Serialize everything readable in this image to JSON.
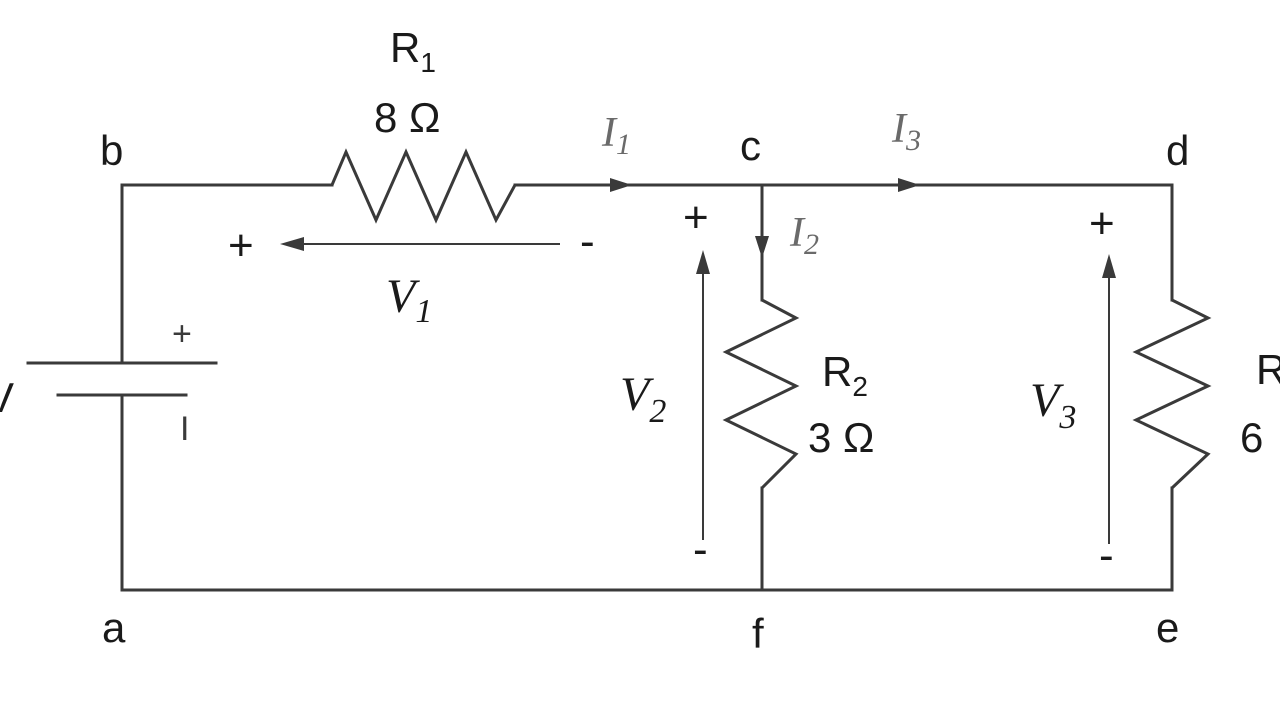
{
  "nodes": {
    "a": "a",
    "b": "b",
    "c": "c",
    "d": "d",
    "e": "e",
    "f": "f"
  },
  "resistors": {
    "r1": {
      "name": "R",
      "sub": "1",
      "value": "8 Ω"
    },
    "r2": {
      "name": "R",
      "sub": "2",
      "value": "3 Ω"
    },
    "r3": {
      "name": "R",
      "value": "6"
    }
  },
  "source": {
    "label": "V",
    "plus": "+",
    "minus": "I"
  },
  "currents": {
    "i1": {
      "main": "I",
      "sub": "1"
    },
    "i2": {
      "main": "I",
      "sub": "2"
    },
    "i3": {
      "main": "I",
      "sub": "3"
    }
  },
  "voltages": {
    "v1": {
      "main": "V",
      "sub": "1",
      "plus": "+",
      "minus": "-"
    },
    "v2": {
      "main": "V",
      "sub": "2",
      "plus": "+",
      "minus": "-"
    },
    "v3": {
      "main": "V",
      "sub": "3",
      "plus": "+",
      "minus": "-"
    }
  },
  "colors": {
    "wire": "#3a3a3a",
    "text": "#1a1a1a",
    "current_label": "#6a6a6a"
  }
}
